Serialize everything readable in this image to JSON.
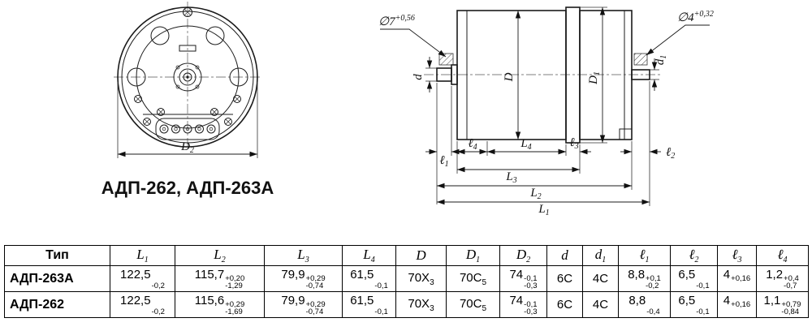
{
  "front": {
    "label": "АДП-262, АДП-263А",
    "dim_D2": {
      "v": "D",
      "sub": "2"
    }
  },
  "side": {
    "callout_left": {
      "dia": "∅7",
      "tol": "+0,56"
    },
    "callout_right": {
      "dia": "∅4",
      "tol": "+0,32"
    },
    "dims": {
      "D": {
        "v": "D",
        "sub": ""
      },
      "D1": {
        "v": "D",
        "sub": "1"
      },
      "d": {
        "v": "d",
        "sub": ""
      },
      "d1": {
        "v": "d",
        "sub": "1"
      },
      "l1": {
        "v": "ℓ",
        "sub": "1"
      },
      "l2": {
        "v": "ℓ",
        "sub": "2"
      },
      "l3": {
        "v": "ℓ",
        "sub": "3"
      },
      "l4": {
        "v": "ℓ",
        "sub": "4"
      },
      "L1": {
        "v": "L",
        "sub": "1"
      },
      "L2": {
        "v": "L",
        "sub": "2"
      },
      "L3": {
        "v": "L",
        "sub": "3"
      },
      "L4": {
        "v": "L",
        "sub": "4"
      }
    }
  },
  "table": {
    "headers": [
      {
        "v": "Тип",
        "type": true
      },
      {
        "v": "L",
        "sub": "1"
      },
      {
        "v": "L",
        "sub": "2"
      },
      {
        "v": "L",
        "sub": "3"
      },
      {
        "v": "L",
        "sub": "4"
      },
      {
        "v": "D"
      },
      {
        "v": "D",
        "sub": "1"
      },
      {
        "v": "D",
        "sub": "2"
      },
      {
        "v": "d"
      },
      {
        "v": "d",
        "sub": "1"
      },
      {
        "v": "ℓ",
        "sub": "1"
      },
      {
        "v": "ℓ",
        "sub": "2"
      },
      {
        "v": "ℓ",
        "sub": "3"
      },
      {
        "v": "ℓ",
        "sub": "4"
      }
    ],
    "rows": [
      {
        "type": "АДП-263А",
        "cells": [
          {
            "v": "122,5",
            "tsub": "-0,2"
          },
          {
            "v": "115,7",
            "tsup": "+0,20",
            "tsub": "-1,29"
          },
          {
            "v": "79,9",
            "tsup": "+0,29",
            "tsub": "-0,74"
          },
          {
            "v": "61,5",
            "tsub": "-0,1"
          },
          {
            "v": "70X",
            "vsub": "3"
          },
          {
            "v": "70C",
            "vsub": "5"
          },
          {
            "v": "74",
            "tsup": "-0,1",
            "tsub": "-0,3"
          },
          {
            "v": "6C"
          },
          {
            "v": "4C"
          },
          {
            "v": "8,8",
            "tsup": "+0,1",
            "tsub": "-0,2"
          },
          {
            "v": "6,5",
            "tsub": "-0,1"
          },
          {
            "v": "4",
            "tsup": "+0,16"
          },
          {
            "v": "1,2",
            "tsup": "+0,4",
            "tsub": "-0,7"
          }
        ]
      },
      {
        "type": "АДП-262",
        "cells": [
          {
            "v": "122,5",
            "tsub": "-0,2"
          },
          {
            "v": "115,6",
            "tsup": "+0,29",
            "tsub": "-1,69"
          },
          {
            "v": "79,9",
            "tsup": "+0,29",
            "tsub": "-0,74"
          },
          {
            "v": "61,5",
            "tsub": "-0,1"
          },
          {
            "v": "70X",
            "vsub": "3"
          },
          {
            "v": "70C",
            "vsub": "5"
          },
          {
            "v": "74",
            "tsup": "-0,1",
            "tsub": "-0,3"
          },
          {
            "v": "6C"
          },
          {
            "v": "4C"
          },
          {
            "v": "8,8",
            "tsub": "-0,4"
          },
          {
            "v": "6,5",
            "tsub": "-0,1"
          },
          {
            "v": "4",
            "tsup": "+0,16"
          },
          {
            "v": "1,1",
            "tsup": "+0,79",
            "tsub": "-0,84"
          }
        ]
      }
    ]
  }
}
